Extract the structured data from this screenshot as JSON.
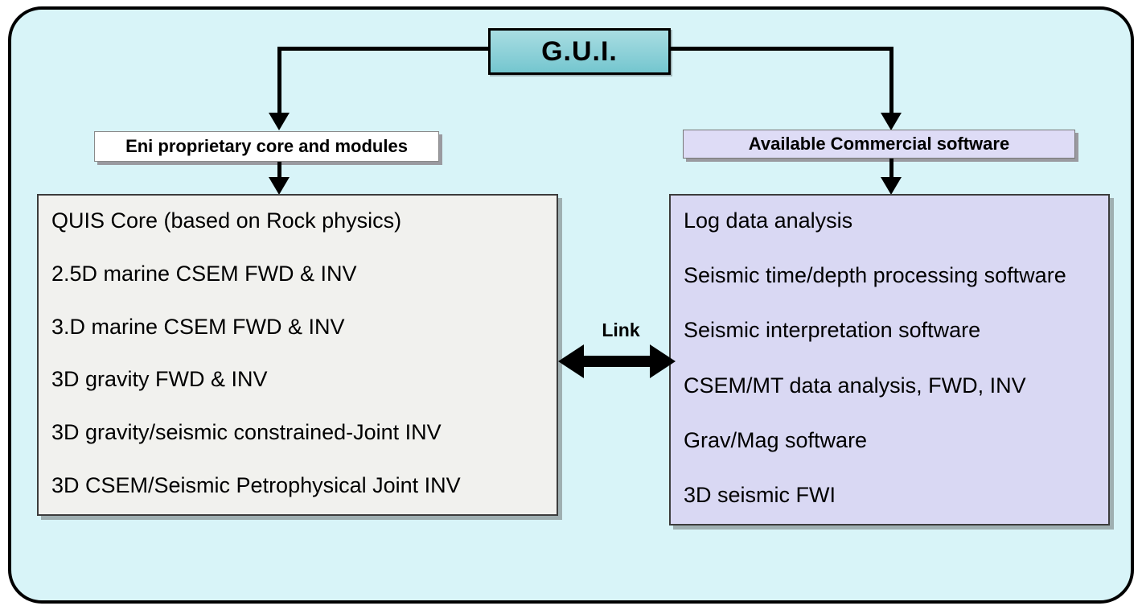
{
  "diagram": {
    "gui_label": "G.U.I.",
    "left_header": "Eni proprietary core and modules",
    "right_header": "Available Commercial software",
    "link_label": "Link",
    "left_items": [
      "QUIS Core (based on Rock physics)",
      "2.5D marine CSEM  FWD & INV",
      "3.D marine CSEM  FWD & INV",
      "3D gravity  FWD & INV",
      "3D gravity/seismic constrained-Joint INV",
      "3D CSEM/Seismic Petrophysical Joint INV"
    ],
    "right_items": [
      "Log data analysis",
      "Seismic time/depth processing software",
      "Seismic interpretation software",
      "CSEM/MT  data analysis,  FWD, INV",
      "Grav/Mag  software",
      "3D seismic FWI"
    ],
    "colors": {
      "canvas_bg": "#d8f4f8",
      "gui_box": "#74c6cf",
      "left_box_bg": "#f1f1ee",
      "right_box_bg": "#d9d8f3",
      "left_header_bg": "#ffffff",
      "right_header_bg": "#dedcf6",
      "line": "#000000"
    }
  }
}
